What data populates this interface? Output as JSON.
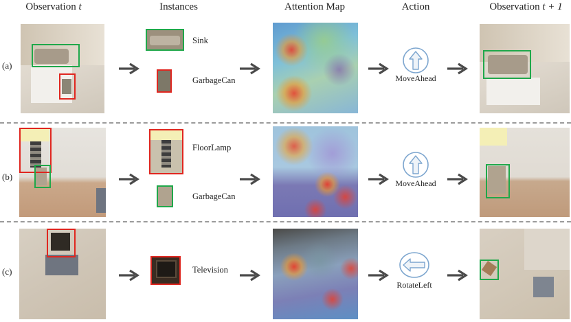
{
  "headers": {
    "obs_t": "Observation ",
    "obs_t_var": "t",
    "instances": "Instances",
    "attention": "Attention Map",
    "action": "Action",
    "obs_t1": "Observation ",
    "obs_t1_var": "t + 1"
  },
  "rows": [
    {
      "label": "(a)",
      "instances": [
        "Sink",
        "GarbageCan"
      ],
      "action": "MoveAhead",
      "action_icon": "up-arrow-icon"
    },
    {
      "label": "(b)",
      "instances": [
        "FloorLamp",
        "GarbageCan"
      ],
      "action": "MoveAhead",
      "action_icon": "up-arrow-icon"
    },
    {
      "label": "(c)",
      "instances": [
        "Television"
      ],
      "action": "RotateLeft",
      "action_icon": "left-arrow-icon"
    }
  ],
  "colors": {
    "box_red": "#e0261f",
    "box_green": "#1fa84a",
    "arrow": "#4a4a4a",
    "action_circle": "#7da6cf",
    "separator": "#9a9a9a"
  }
}
